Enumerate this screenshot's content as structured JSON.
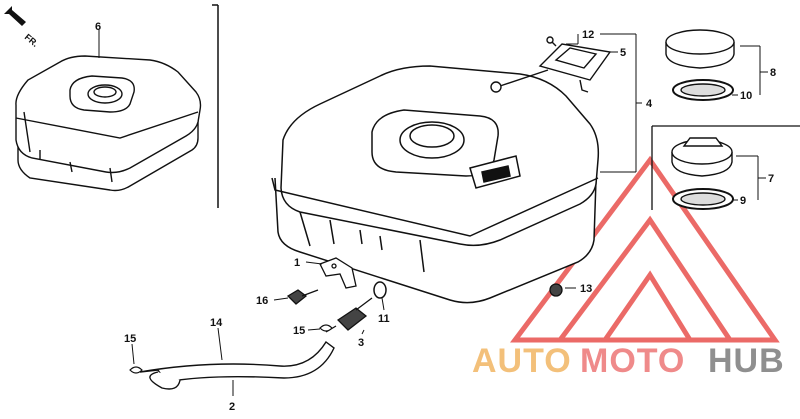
{
  "orientation": {
    "label": "FR."
  },
  "callouts": {
    "p1": "1",
    "p2": "2",
    "p3": "3",
    "p4": "4",
    "p5": "5",
    "p6": "6",
    "p7": "7",
    "p8": "8",
    "p9": "9",
    "p10": "10",
    "p11": "11",
    "p12": "12",
    "p13": "13",
    "p14": "14",
    "p15a": "15",
    "p15b": "15",
    "p16": "16"
  },
  "watermark": {
    "part1": "AUTO",
    "part2": "MOTO",
    "part3": "HUB",
    "colors": {
      "auto": "#f3c07a",
      "moto": "#ef8a8a",
      "hub": "#8f8f8f",
      "triangle": "#e53935"
    }
  },
  "highlight_color": "#e53935"
}
